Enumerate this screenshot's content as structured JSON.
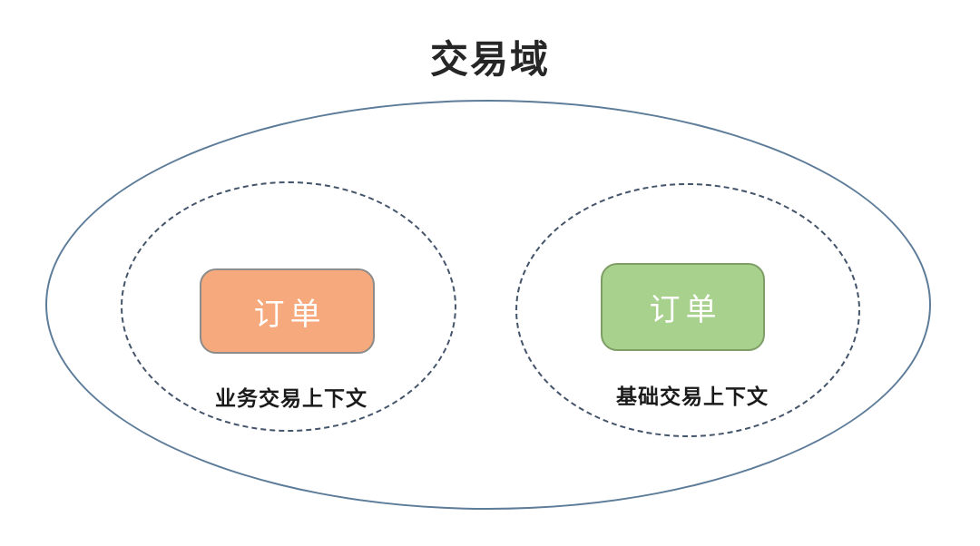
{
  "diagram": {
    "title": "交易域",
    "outer_domain": {
      "name": "交易域",
      "border_color": "#5d7c99",
      "border_style": "solid"
    },
    "contexts": [
      {
        "side": "left",
        "entity_label": "订单",
        "context_label": "业务交易上下文",
        "entity_fill_color": "#f5a97c",
        "entity_border_color": "#8c8c8c",
        "boundary_border_color": "#44546a",
        "boundary_border_style": "dashed"
      },
      {
        "side": "right",
        "entity_label": "订单",
        "context_label": "基础交易上下文",
        "entity_fill_color": "#a9d18e",
        "entity_border_color": "#7e9e66",
        "boundary_border_color": "#44546a",
        "boundary_border_style": "dashed"
      }
    ],
    "colors": {
      "title_text": "#262626",
      "context_label_text": "#1a1a1a",
      "entity_text": "#ffffff",
      "background": "#ffffff"
    }
  }
}
